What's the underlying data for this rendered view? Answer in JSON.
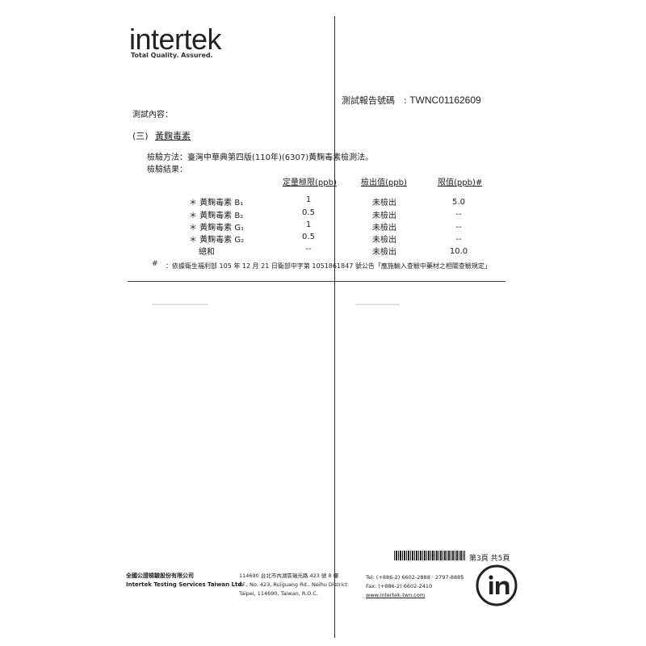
{
  "brand": {
    "name": "intertek",
    "tagline": "Total Quality. Assured."
  },
  "report": {
    "number_label": "測試報告號碼　:",
    "number": "TWNC01162609"
  },
  "content_label": "測試內容：",
  "section": {
    "number": "(三)",
    "title": "黃麴毒素"
  },
  "method": "檢驗方法：臺灣中華典第四版(110年)(6307)黃麴毒素檢測法。",
  "results_label": "檢驗結果：",
  "table": {
    "headers": [
      "定量極限(ppb)",
      "檢出值(ppb)",
      "限值(ppb)#"
    ],
    "rows": [
      {
        "name": "＊ 黃麴毒素 B₁",
        "loq": "1",
        "detected": "未檢出",
        "limit": "5.0"
      },
      {
        "name": "＊ 黃麴毒素 B₂",
        "loq": "0.5",
        "detected": "未檢出",
        "limit": "--"
      },
      {
        "name": "＊ 黃麴毒素 G₁",
        "loq": "1",
        "detected": "未檢出",
        "limit": "--"
      },
      {
        "name": "＊ 黃麴毒素 G₂",
        "loq": "0.5",
        "detected": "未檢出",
        "limit": "--"
      },
      {
        "name": "總和",
        "loq": "--",
        "detected": "未檢出",
        "limit": "10.0"
      }
    ]
  },
  "footnote": {
    "mark": "#",
    "text": "：依據衛生福利部 105 年 12 月 21 日衛部中字第 1051861847 號公告「應施輸入查驗中藥材之相關查驗規定」"
  },
  "footer": {
    "company_zh": "全國公證檢驗股份有限公司",
    "company_en": "Intertek Testing Services Taiwan Ltd.",
    "address_zh": "114690 台北市內湖區瑞光路 423 號 8 樓",
    "address_en_1": "8F., No. 423, Ruiguang Rd., Neihu District",
    "address_en_2": "Taipei, 114690, Taiwan, R.O.C.",
    "tel": "Tel: (+886-2) 6602-2888 · 2797-8885",
    "fax": "Fax: (+886-2) 6602-2410",
    "web": "www.intertek-twn.com",
    "page": "第3頁 共5頁"
  }
}
